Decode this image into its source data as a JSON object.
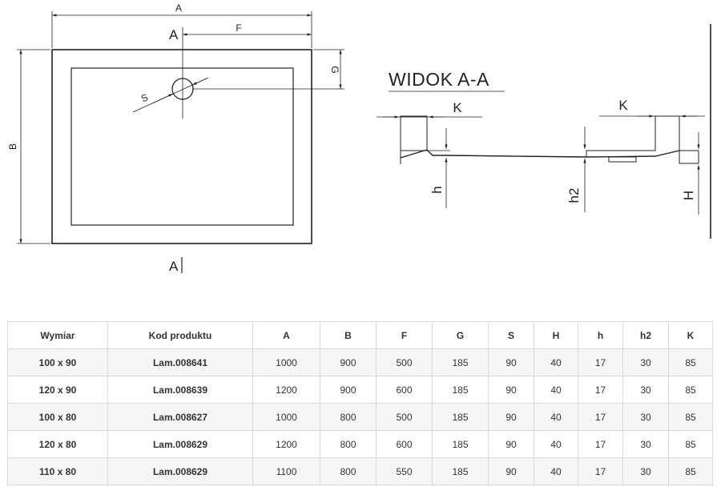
{
  "drawing": {
    "plan_labels": {
      "A_top": "A",
      "F": "F",
      "G": "G",
      "B": "B",
      "S": "S",
      "section_top": "A",
      "section_bottom": "A"
    },
    "section": {
      "title": "WIDOK A-A",
      "K_left": "K",
      "K_right": "K",
      "h": "h",
      "h2": "h2",
      "H": "H"
    }
  },
  "table": {
    "headers": [
      "Wymiar",
      "Kod produktu",
      "A",
      "B",
      "F",
      "G",
      "S",
      "H",
      "h",
      "h2",
      "K"
    ],
    "rows": [
      [
        "100 x 90",
        "Lam.008641",
        "1000",
        "900",
        "500",
        "185",
        "90",
        "40",
        "17",
        "30",
        "85"
      ],
      [
        "120 x 90",
        "Lam.008639",
        "1200",
        "900",
        "600",
        "185",
        "90",
        "40",
        "17",
        "30",
        "85"
      ],
      [
        "100 x 80",
        "Lam.008627",
        "1000",
        "800",
        "500",
        "185",
        "90",
        "40",
        "17",
        "30",
        "85"
      ],
      [
        "120 x 80",
        "Lam.008629",
        "1200",
        "800",
        "600",
        "185",
        "90",
        "40",
        "17",
        "30",
        "85"
      ],
      [
        "110 x 80",
        "Lam.008629",
        "1100",
        "800",
        "550",
        "185",
        "90",
        "40",
        "17",
        "30",
        "85"
      ]
    ]
  }
}
